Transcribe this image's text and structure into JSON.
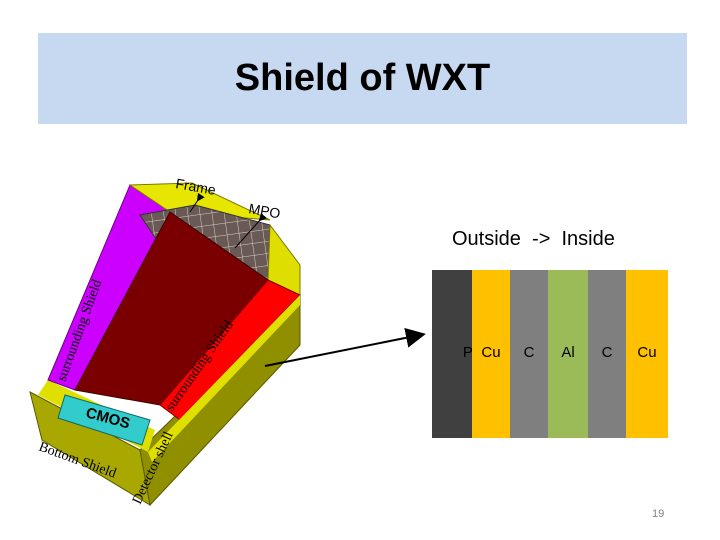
{
  "slide": {
    "title": "Shield of WXT",
    "page_number": "19"
  },
  "diagram": {
    "labels": {
      "frame": "Frame",
      "mpo": "MPO",
      "surrounding_left": "surrounding Shield",
      "surrounding_inner": "surrounding Shield",
      "cmos": "CMOS",
      "bottom": "Bottom Shield",
      "detector": "Detector shell"
    },
    "colors": {
      "left_wall": "#cc00ff",
      "inner_wall": "#ff0000",
      "floor": "#7a0000",
      "rim": "#cccc00",
      "cmos": "#33cccc"
    }
  },
  "layers": {
    "heading": "Outside  ->  Inside",
    "items": [
      {
        "label": "Pb",
        "color": "#404040"
      },
      {
        "label": "Cu",
        "color": "#ffc000"
      },
      {
        "label": "C",
        "color": "#7f7f7f"
      },
      {
        "label": "Al",
        "color": "#9bbb59"
      },
      {
        "label": "C",
        "color": "#7f7f7f"
      },
      {
        "label": "Cu",
        "color": "#ffc000"
      }
    ]
  }
}
